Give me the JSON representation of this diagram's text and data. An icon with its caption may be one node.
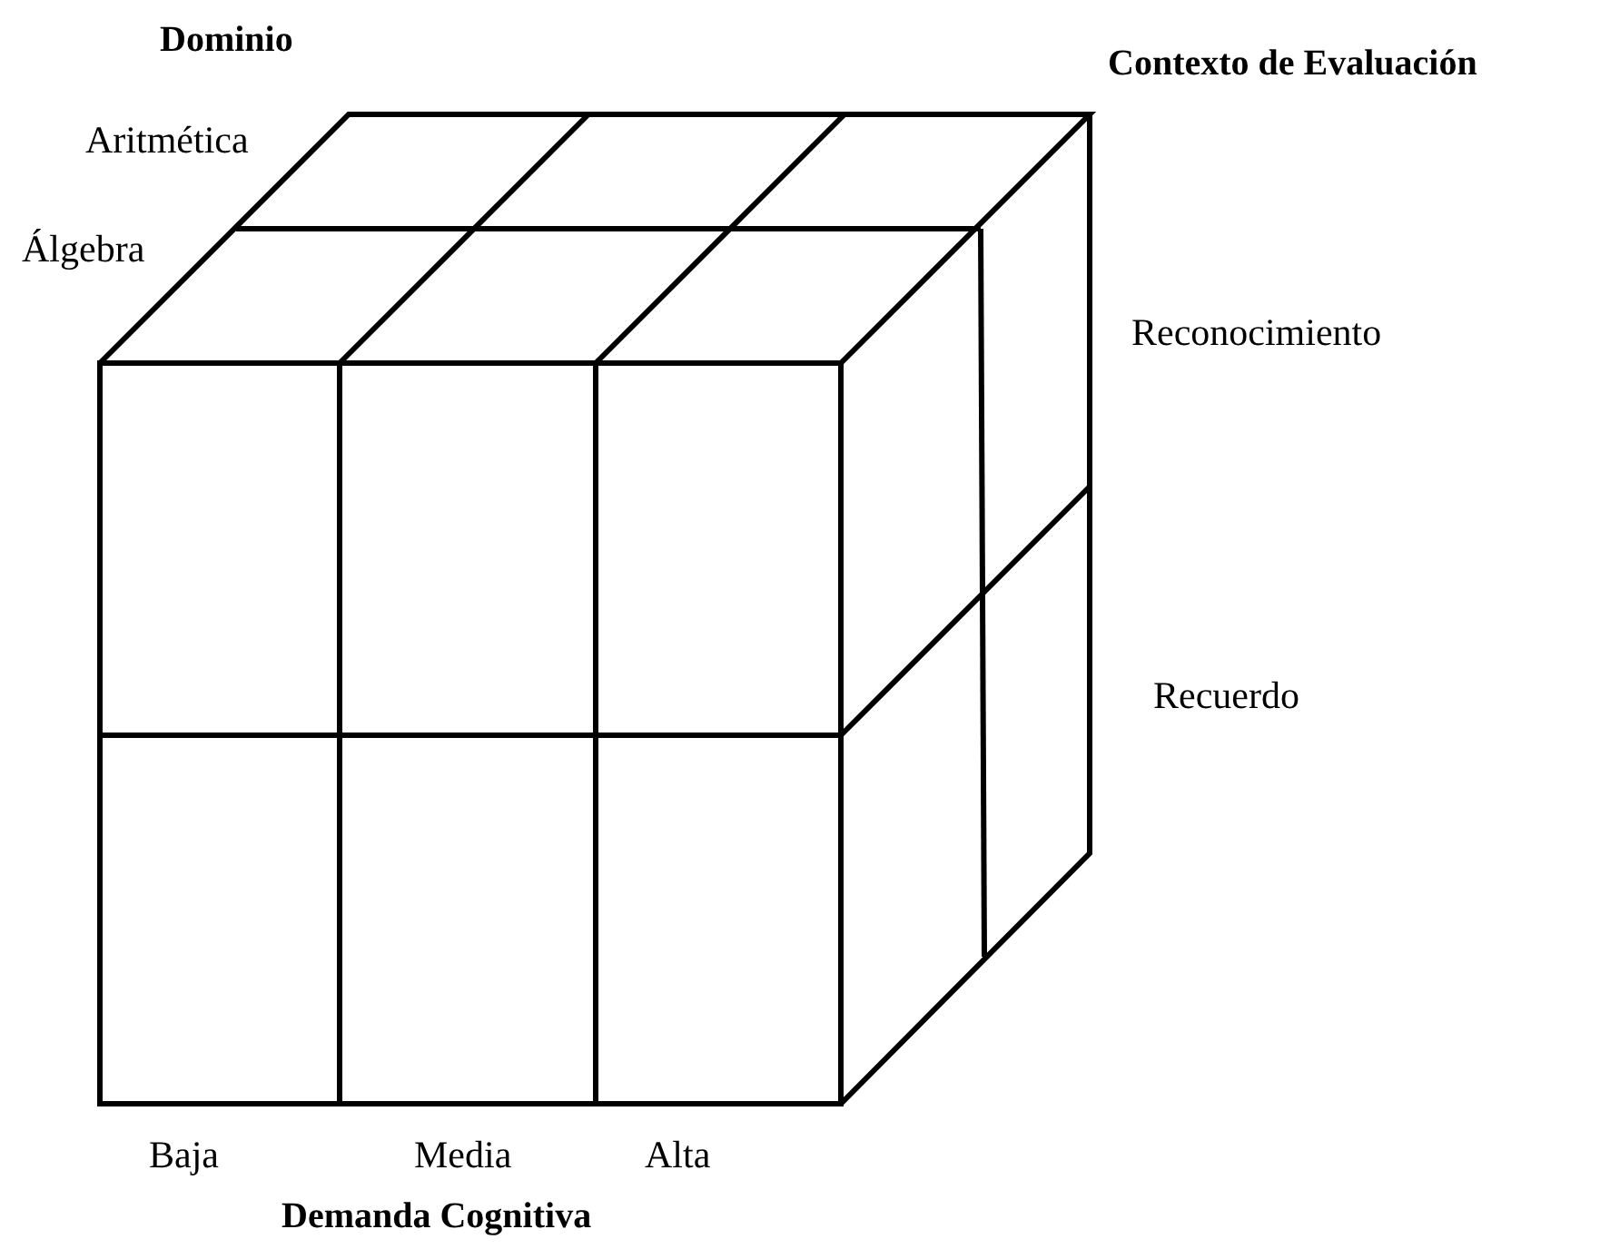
{
  "diagram": {
    "labels": [
      "Dominio",
      "Contexto de Evaluación",
      "Aritmética",
      "Álgebra",
      "Reconocimiento",
      "Recuerdo",
      "Baja",
      "Media",
      "Alta",
      "Demanda Cognitiva"
    ]
  }
}
